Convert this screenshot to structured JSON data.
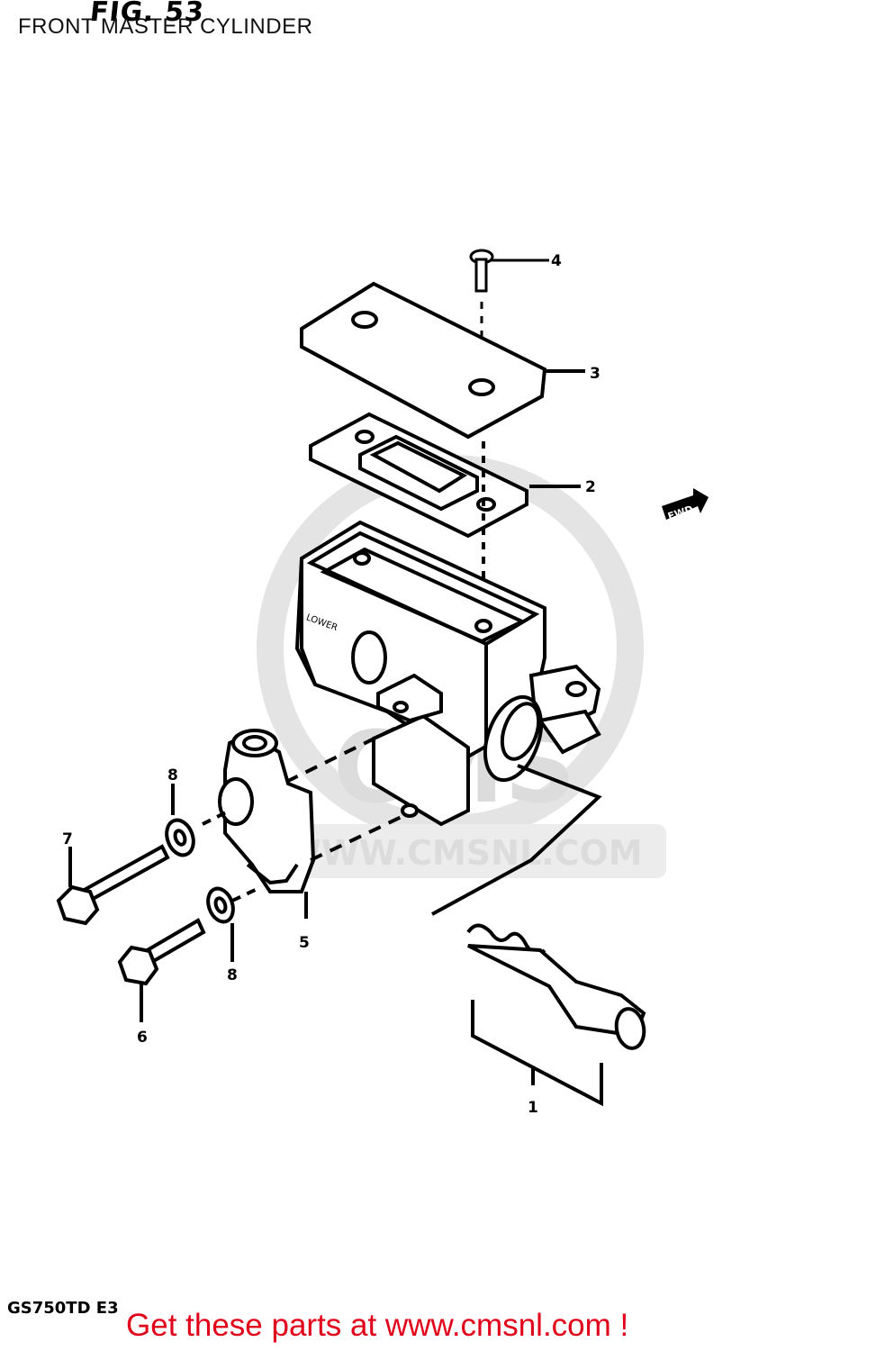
{
  "figure": {
    "fig_label": "FIG. 53",
    "title": "FRONT MASTER CYLINDER",
    "model_code": "GS750TD  E3"
  },
  "direction_arrow": {
    "label": "FWD"
  },
  "watermark": {
    "logo_text": "CMS",
    "url_text": "WWW.CMSNL.COM"
  },
  "callouts": [
    "1",
    "2",
    "3",
    "4",
    "5",
    "6",
    "7",
    "8",
    "8"
  ],
  "parts": {
    "reservoir_mark": "LOWER"
  },
  "footer": {
    "promo": "Get these parts at www.cmsnl.com !"
  }
}
